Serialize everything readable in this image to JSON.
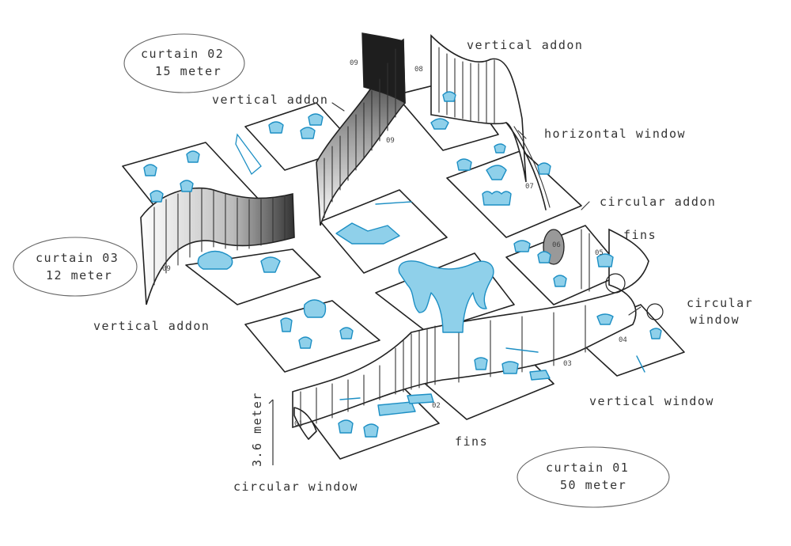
{
  "annotations": {
    "curtain_02": {
      "name": "curtain 02",
      "length": "15 meter"
    },
    "curtain_03": {
      "name": "curtain 03",
      "length": "12 meter"
    },
    "curtain_01": {
      "name": "curtain 01",
      "length": "50 meter"
    },
    "vertical_addon_top_right": "vertical addon",
    "vertical_addon_top_left": "vertical addon",
    "vertical_addon_left": "vertical addon",
    "horizontal_window": "horizontal window",
    "circular_addon": "circular addon",
    "fins_right": "fins",
    "circular_window_right": "circular\nwindow",
    "circular_window_right_line1": "circular",
    "circular_window_right_line2": "window",
    "vertical_window": "vertical window",
    "fins_bottom": "fins",
    "circular_window_bottom": "circular window",
    "height": "3.6 meter"
  },
  "bay_numbers": [
    "01",
    "02",
    "03",
    "04",
    "05",
    "06",
    "07",
    "08",
    "09",
    "09",
    "09"
  ],
  "colors": {
    "ink": "#222222",
    "furniture_fill": "#8fd0ea",
    "furniture_stroke": "#1d8fc4",
    "curtain_dark": "#2a2a2a"
  }
}
